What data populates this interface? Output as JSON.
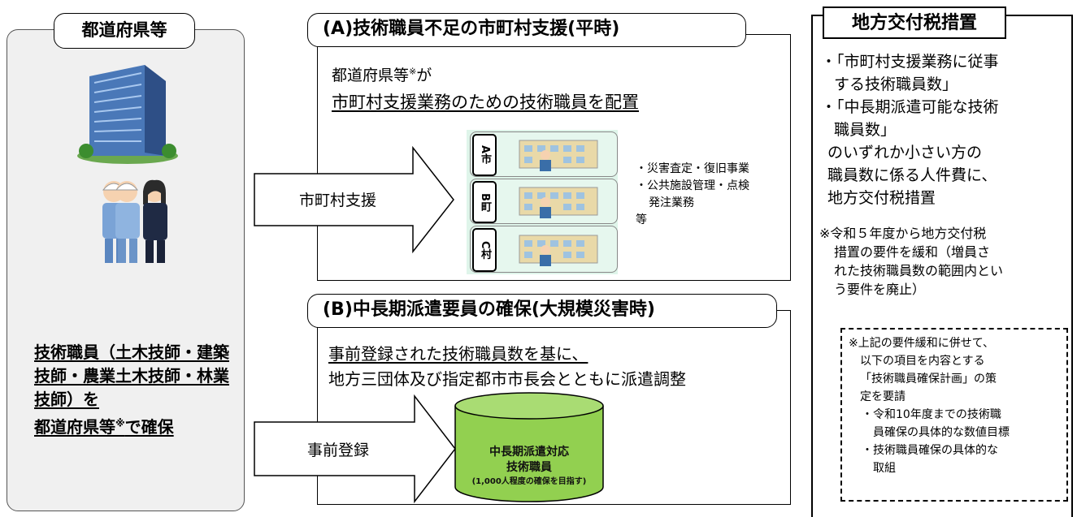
{
  "left_panel": {
    "title": "都道府県等",
    "text": "技術職員（土木技師・建築技師・農業土木技師・林業技師）を",
    "text_tail": "都道府県等",
    "text_sup": "※",
    "text_end": "で確保"
  },
  "section_a": {
    "title": "(A)技術職員不足の市町村支援(平時)",
    "line1_pre": "都道府県等",
    "line1_sup": "※",
    "line1_post": "が",
    "line2": "市町村支援業務のための技術職員を配置",
    "arrow_label": "市町村支援",
    "munis": [
      "A市",
      "B町",
      "C村"
    ],
    "tasks": [
      "・災害査定・復旧事業",
      "・公共施設管理・点検",
      "発注業務",
      "等"
    ]
  },
  "section_b": {
    "title": "(B)中長期派遣要員の確保(大規模災害時)",
    "line1": "事前登録された技術職員数を基に、",
    "line2": "地方三団体及び指定都市市長会とともに派遣調整",
    "arrow_label": "事前登録",
    "cylinder_line1": "中長期派遣対応",
    "cylinder_line2": "技術職員",
    "cylinder_line3": "(1,000人程度の確保を目指す)"
  },
  "right_panel": {
    "title": "地方交付税措置",
    "items": [
      "・「市町村支援業務に従事",
      "する技術職員数」",
      "・「中長期派遣可能な技術",
      "職員数」",
      "のいずれか小さい方の",
      "職員数に係る人件費に、",
      "地方交付税措置"
    ],
    "note": [
      "※令和５年度から地方交付税",
      "措置の要件を緩和（増員さ",
      "れた技術職員数の範囲内とい",
      "う要件を廃止）"
    ],
    "dashed_note": [
      "※上記の要件緩和に併せて、",
      "以下の項目を内容とする",
      "「技術職員確保計画」の策",
      "定を要請",
      "・令和10年度までの技術職",
      "員確保の具体的な数値目標",
      "・技術職員確保の具体的な",
      "取組"
    ]
  },
  "colors": {
    "panel_bg": "#f0f0f0",
    "cylinder_fill": "#92d050",
    "building_bg": "#dff5ea"
  }
}
